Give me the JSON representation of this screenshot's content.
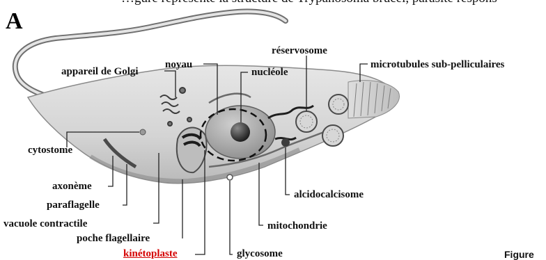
{
  "header": {
    "cropped_text": "…gure représente la structure de Trypanosoma brucei, parasite responsable…",
    "panel_letter": "A"
  },
  "diagram": {
    "organism_illustration": "trypanosome-cell",
    "labels": {
      "noyau": "noyau",
      "reservosome": "réservosome",
      "appareil_golgi": "appareil de Golgi",
      "nucleole": "nucléole",
      "microtubules": "microtubules sub-pelliculaires",
      "cytostome": "cytostome",
      "axoneme": "axonème",
      "paraflagelle": "paraflagelle",
      "vacuole": "vacuole contractile",
      "poche": "poche flagellaire",
      "kinetoplaste": "kinétoplaste",
      "glycosome": "glycosome",
      "mitochondrie": "mitochondrie",
      "alcidocalcisome": "alcidocalcisome"
    },
    "highlight_color": "#d40000"
  },
  "caption": {
    "text": "Figure"
  }
}
